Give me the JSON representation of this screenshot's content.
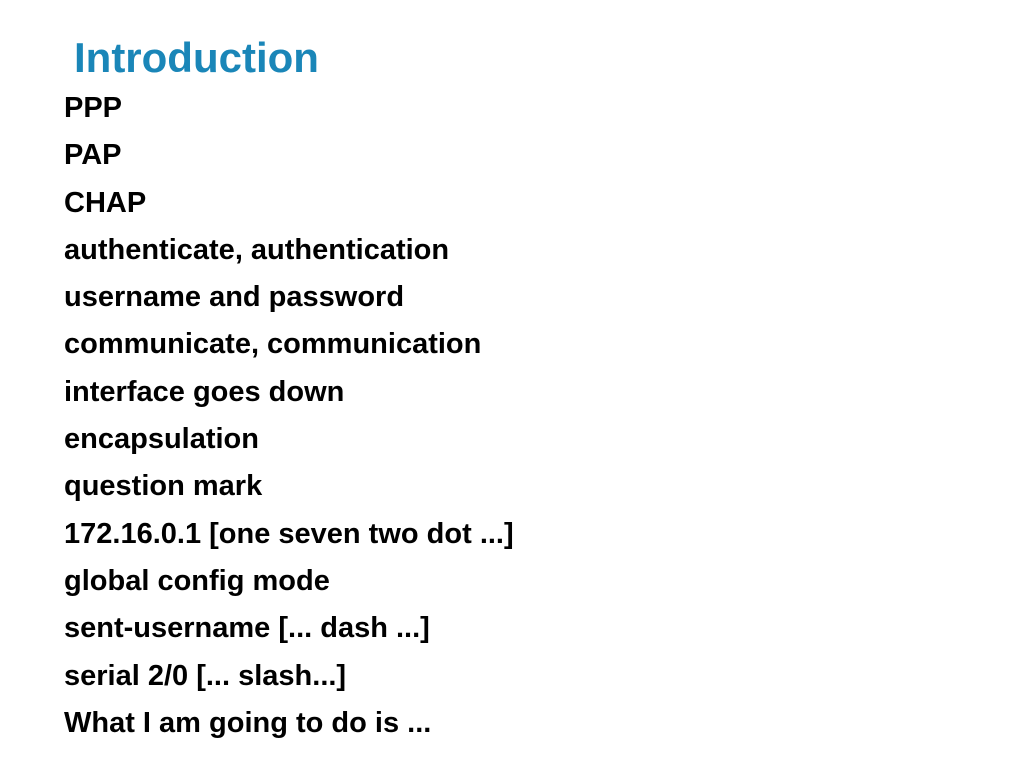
{
  "slide": {
    "title": "Introduction",
    "title_color": "#1a86b8",
    "terms": [
      "PPP",
      "PAP",
      "CHAP",
      "authenticate, authentication",
      "username and password",
      "communicate, communication",
      "interface goes down",
      "encapsulation",
      "question mark",
      "172.16.0.1 [one seven two dot ...]",
      "global config mode",
      "sent-username [... dash ...]",
      "serial 2/0 [... slash...]",
      "What I am going to do is ..."
    ]
  }
}
